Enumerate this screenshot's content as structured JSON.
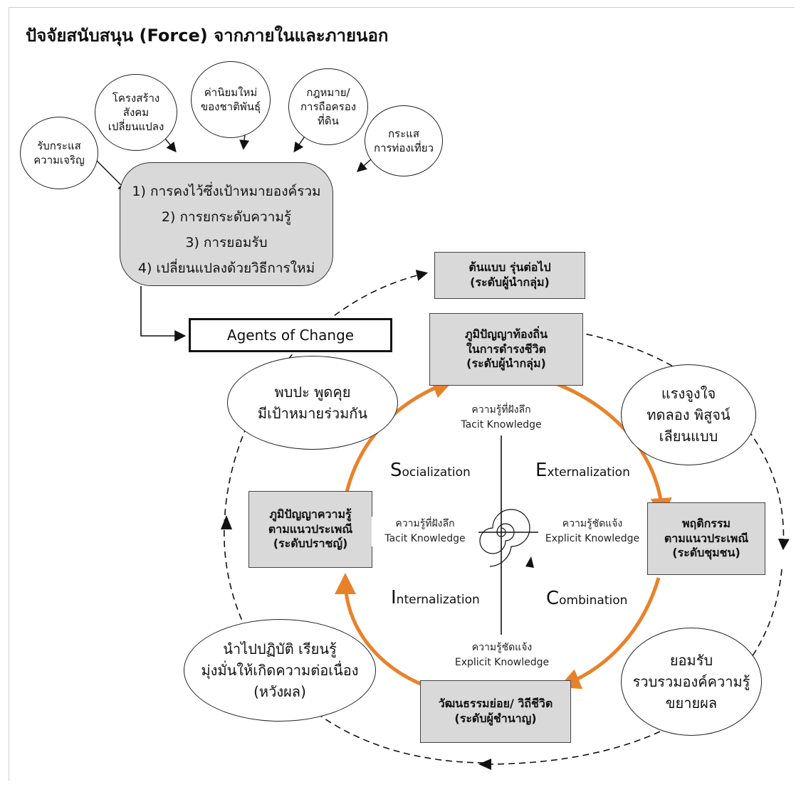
{
  "title": "ปัจจัยสนับสนุน (Force) จากภายในและภายนอก",
  "forces": [
    "รับกระแส\nความเจริญ",
    "โครงสร้าง\nสังคม\nเปลี่ยนแปลง",
    "ค่านิยมใหม่\nของชาติพันธุ์",
    "กฎหมาย/\nการถือครอง\nที่ดิน",
    "กระแส\nการท่องเที่ยว"
  ],
  "goals": [
    "1) การคงไว้ซึ่งเป้าหมายองค์รวม",
    "2) การยกระดับความรู้",
    "3) การยอมรับ",
    "4) เปลี่ยนแปลงด้วยวิธีการใหม่"
  ],
  "agents": "Agents of Change",
  "boxes": {
    "prototype": "ต้นแบบ รุ่นต่อไป\n(ระดับผู้นำกลุ่ม)",
    "local_wisdom": "ภูมิปัญญาท้องถิ่น\nในการดำรงชีวิต\n(ระดับผู้นำกลุ่ม)",
    "traditional_knowledge": "ภูมิปัญญาความรู้\nตามแนวประเพณี\n(ระดับปราชญ์)",
    "traditional_behavior": "พฤติกรรม\nตามแนวประเพณี\n(ระดับชุมชน)",
    "subculture": "วัฒนธรรมย่อย/ วิถีชีวิต\n(ระดับผู้ชำนาญ)"
  },
  "ovals": {
    "meet": "พบปะ พูดคุย\nมีเป้าหมายร่วมกัน",
    "motivation": "แรงจูงใจ\nทดลอง พิสูจน์\nเลียนแบบ",
    "practice": "นำไปปฏิบัติ เรียนรู้\nมุ่งมั่นให้เกิดความต่อเนื่อง\n(หวังผล)",
    "accept": "ยอมรับ\nรวบรวมองค์ความรู้\nขยายผล"
  },
  "quadrants": {
    "socialization": {
      "cap": "S",
      "rest": "ocialization"
    },
    "externalization": {
      "cap": "E",
      "rest": "xternalization"
    },
    "internalization": {
      "cap": "I",
      "rest": "nternalization"
    },
    "combination": {
      "cap": "C",
      "rest": "ombination"
    }
  },
  "knowledge_labels": {
    "top": "ความรู้ที่ฝังลึก\nTacit Knowledge",
    "left": "ความรู้ที่ฝังลึก\nTacit Knowledge",
    "right": "ความรู้ชัดแจ้ง\nExplicit Knowledge",
    "bottom": "ความรู้ชัดแจ้ง\nExplicit Knowledge"
  },
  "colors": {
    "box_fill": "#d9d9d9",
    "orange_arrow": "#e8822a",
    "line": "#111111"
  }
}
